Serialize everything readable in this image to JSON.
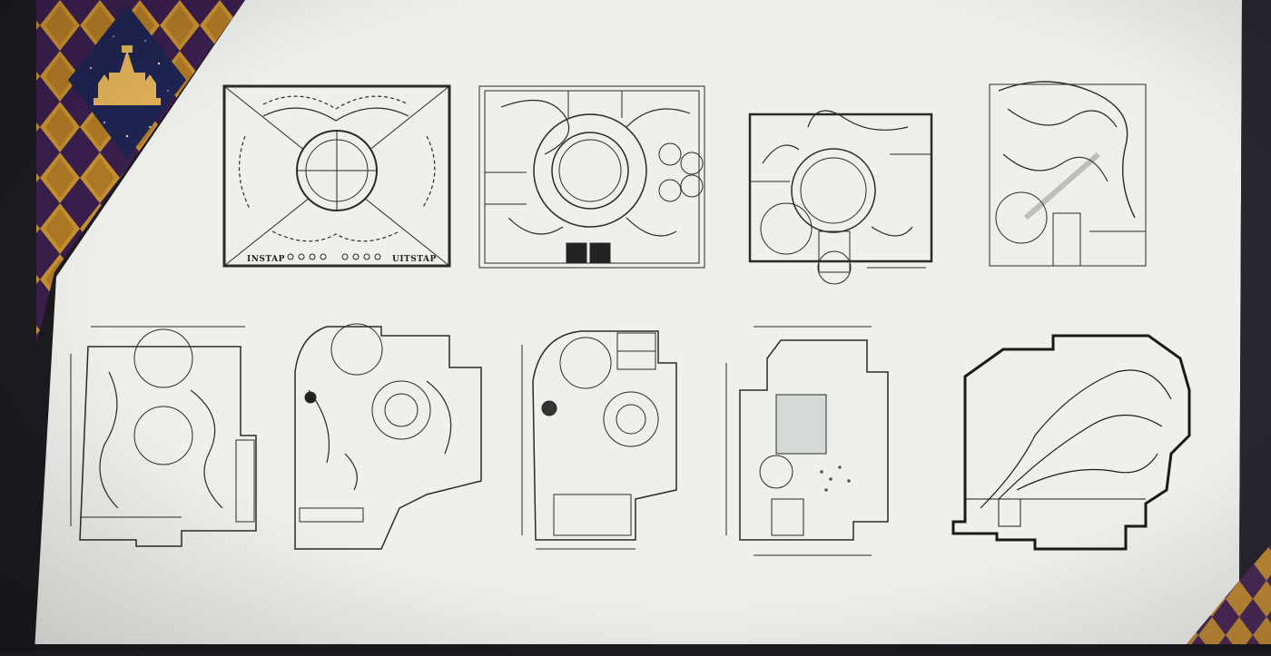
{
  "slide": {
    "plans_count": 9,
    "first_plan": {
      "entry_label": "INSTAP",
      "exit_label": "UITSTAP"
    }
  },
  "colors": {
    "screen": "#eef0ec",
    "line": "#2a2a2a",
    "harlequin_gold": "#c8912f",
    "harlequin_purple": "#3a1f4d",
    "crest_navy": "#1f2452",
    "crest_gold": "#e3b35a"
  },
  "icons": [
    "castle-crest-icon"
  ]
}
